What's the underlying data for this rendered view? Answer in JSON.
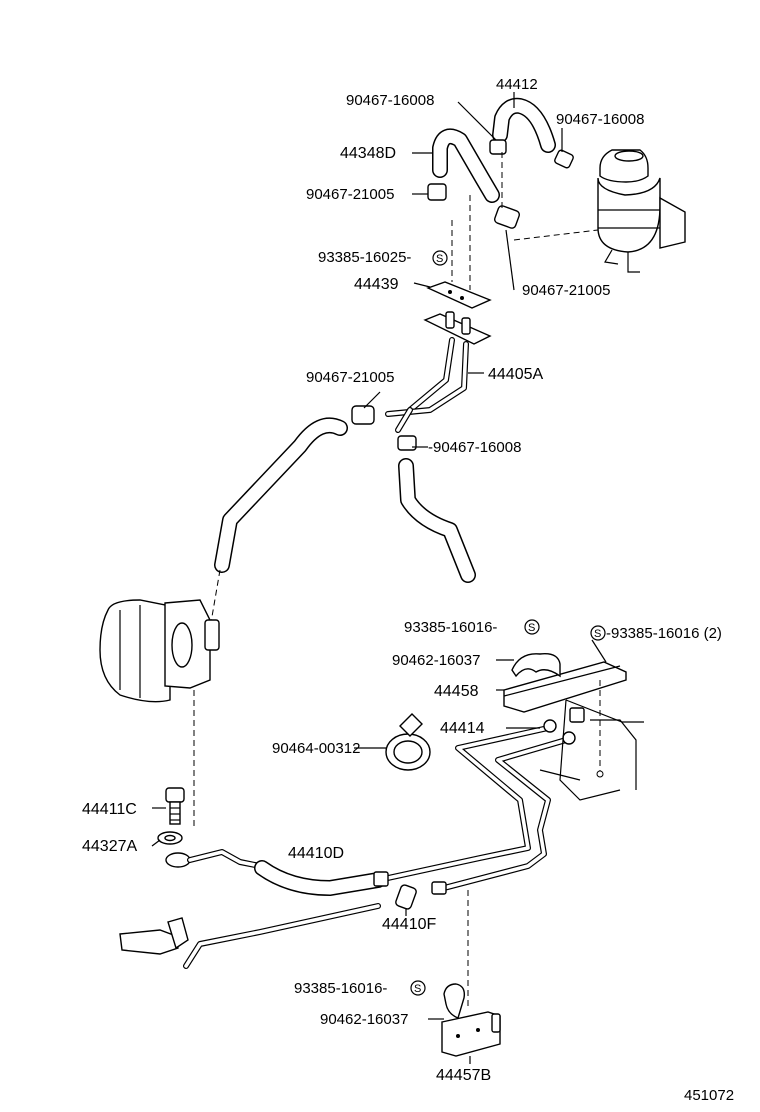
{
  "figure_number": "451072",
  "labels": {
    "l44412": "44412",
    "l90467_16008_a": "90467-16008",
    "l90467_16008_b": "90467-16008",
    "l44348D": "44348D",
    "l90467_21005_a": "90467-21005",
    "l93385_16025": "93385-16025-",
    "l44439": "44439",
    "l90467_21005_b": "90467-21005",
    "l90467_21005_c": "90467-21005",
    "l44405A": "44405A",
    "l90467_16008_c": "-90467-16008",
    "l93385_16016_a": "93385-16016-",
    "l93385_16016_b": "-93385-16016 (2)",
    "l90462_16037_a": "90462-16037",
    "l44458": "44458",
    "l44414": "44414",
    "l90464_00312": "90464-00312",
    "l44411C": "44411C",
    "l44327A": "44327A",
    "l44410D": "44410D",
    "l44410F": "44410F",
    "l93385_16016_c": "93385-16016-",
    "l90462_16037_b": "90462-16037",
    "l44457B": "44457B"
  },
  "symbols": {
    "s": "S"
  }
}
